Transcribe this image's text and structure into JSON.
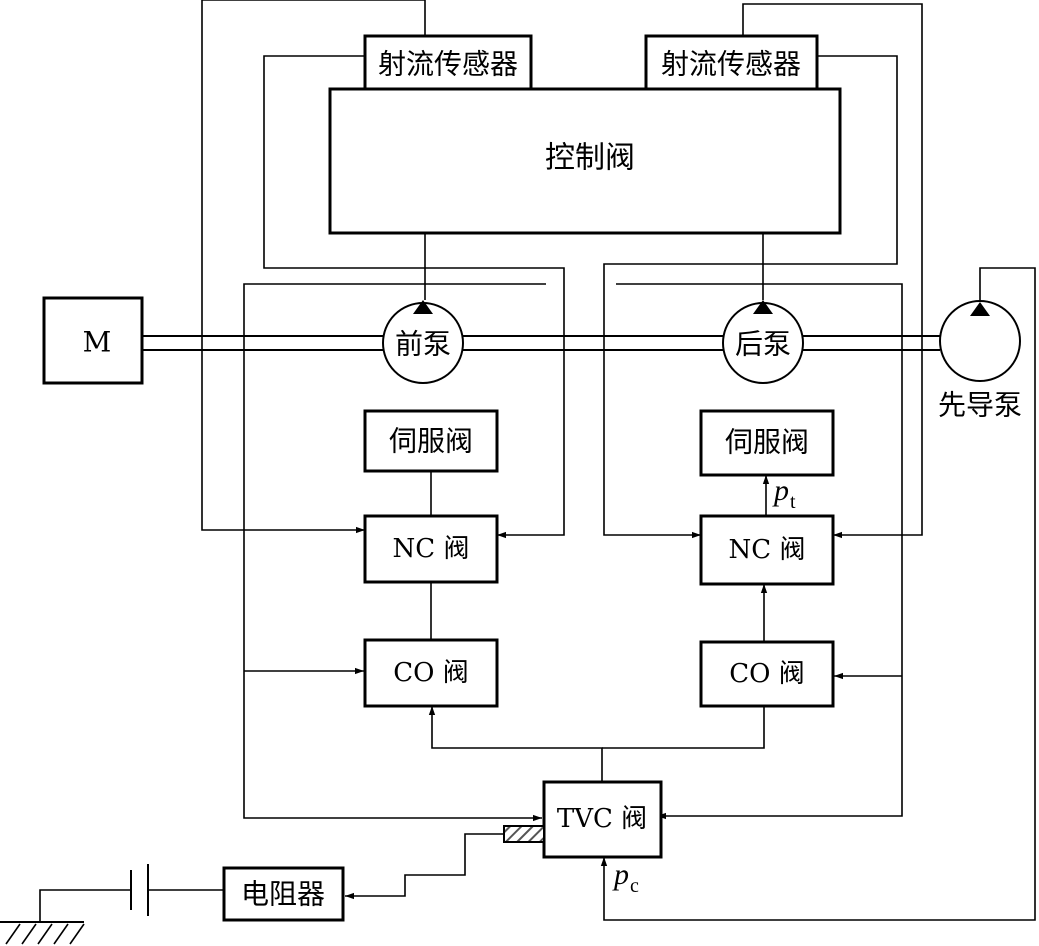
{
  "labels": {
    "jet_sensor_left": "射流传感器",
    "jet_sensor_right": "射流传感器",
    "control_valve": "控制阀",
    "motor": "M",
    "front_pump": "前泵",
    "rear_pump": "后泵",
    "pilot_pump": "先导泵",
    "servo_valve_left": "伺服阀",
    "servo_valve_right": "伺服阀",
    "nc_valve_left": "NC 阀",
    "nc_valve_right": "NC 阀",
    "co_valve_left": "CO 阀",
    "co_valve_right": "CO 阀",
    "tvc_valve": "TVC 阀",
    "resistor": "电阻器",
    "pt_symbol": "p",
    "pt_sub": "t",
    "pc_symbol": "p",
    "pc_sub": "c"
  },
  "colors": {
    "line": "#000000",
    "background": "#ffffff",
    "hatch": "#555555"
  }
}
